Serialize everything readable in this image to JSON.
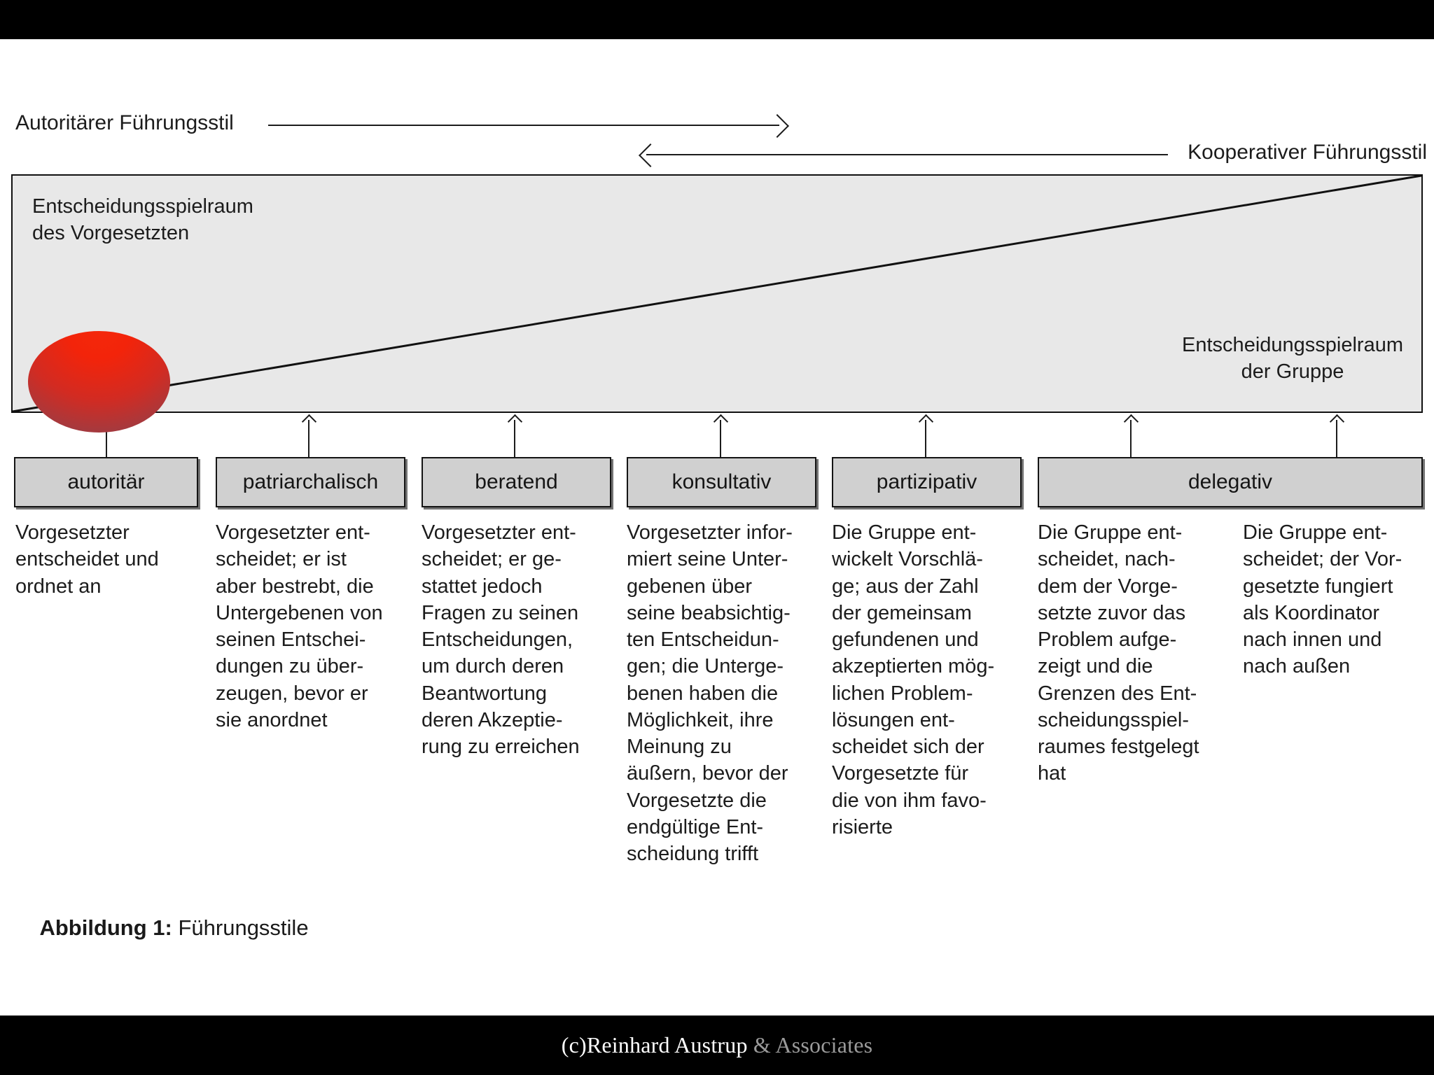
{
  "header": {
    "left_label": "Autoritärer Führungsstil",
    "right_label": "Kooperativer Führungsstil"
  },
  "panel": {
    "label_left": "Entscheidungsspielraum\ndes Vorgesetzten",
    "label_right": "Entscheidungsspielraum\nder Gruppe",
    "fill_color": "#e8e8e8",
    "border_color": "#111111"
  },
  "marker": {
    "name": "red-ellipse-marker",
    "gradient_top": "#f4280b",
    "gradient_bottom": "#5f5f74"
  },
  "styles": [
    {
      "id": "autoritaer",
      "label": "autoritär",
      "description": "Vorgesetzter\nentscheidet und\nordnet an"
    },
    {
      "id": "patriarchalisch",
      "label": "patriarchalisch",
      "description": "Vorgesetzter ent-\nscheidet; er ist\naber bestrebt, die\nUntergebenen von\nseinen Entschei-\ndungen zu über-\nzeugen, bevor er\nsie anordnet"
    },
    {
      "id": "beratend",
      "label": "beratend",
      "description": "Vorgesetzter ent-\nscheidet; er ge-\nstattet jedoch\nFragen zu seinen\nEntscheidungen,\num durch deren\nBeantwortung\nderen Akzeptie-\nrung zu erreichen"
    },
    {
      "id": "konsultativ",
      "label": "konsultativ",
      "description": "Vorgesetzter infor-\nmiert seine Unter-\ngebenen über\nseine beabsichtig-\nten Entscheidun-\ngen; die Unterge-\nbenen haben die\nMöglichkeit, ihre\nMeinung zu\näußern, bevor der\nVorgesetzte die\nendgültige Ent-\nscheidung trifft"
    },
    {
      "id": "partizipativ",
      "label": "partizipativ",
      "description": "Die Gruppe ent-\nwickelt Vorschlä-\nge; aus der Zahl\nder gemeinsam\ngefundenen und\nakzeptierten mög-\nlichen Problem-\nlösungen ent-\nscheidet sich der\nVorgesetzte für\ndie von ihm favo-\nrisierte"
    },
    {
      "id": "delegativ",
      "label": "delegativ",
      "description": "Die Gruppe ent-\nscheidet, nach-\ndem der Vorge-\nsetzte zuvor das\nProblem aufge-\nzeigt und die\nGrenzen des Ent-\nscheidungsspiel-\nraumes festgelegt\nhat"
    },
    {
      "id": "delegativ-2",
      "label": "",
      "description": "Die Gruppe ent-\nscheidet; der Vor-\ngesetzte fungiert\nals Koordinator\nnach innen und\nnach außen"
    }
  ],
  "caption": {
    "bold": "Abbildung 1:",
    "rest": " Führungsstile"
  },
  "footer": {
    "main": "(c)Reinhard Austrup",
    "sub": " & Associates"
  }
}
